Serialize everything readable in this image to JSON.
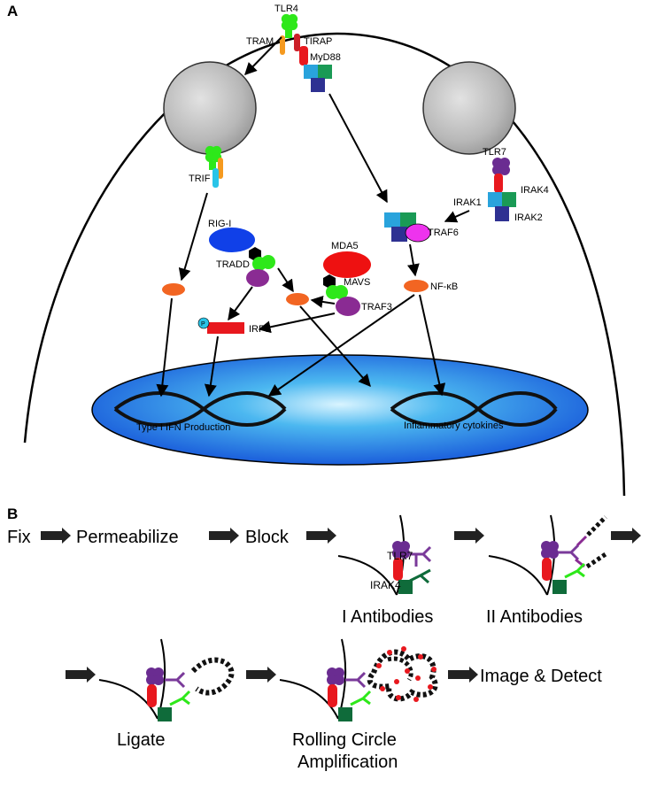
{
  "panels": {
    "a_label": "A",
    "b_label": "B"
  },
  "proteins": {
    "tlr4": "TLR4",
    "tram": "TRAM",
    "tirap": "TIRAP",
    "myd88": "MyD88",
    "trif": "TRIF",
    "tlr7": "TLR7",
    "irak4": "IRAK4",
    "irak1": "IRAK1",
    "irak2": "IRAK2",
    "traf6": "TRAF6",
    "rig_i": "RIG-I",
    "tradd": "TRADD",
    "mda5": "MDA5",
    "mavs": "MAVS",
    "traf3": "TRAF3",
    "nfkb": "NF-κB",
    "irf3": "IRF3",
    "phospho": "P"
  },
  "nucleus": {
    "ifn_label": "Type I IFN Production",
    "cytokine_label": "Inflammatory cytokines"
  },
  "workflow": {
    "fix": "Fix",
    "permeabilize": "Permeabilize",
    "block": "Block",
    "tlr7_label": "TLR7",
    "irak4_label": "IRAK4",
    "primary": "I Antibodies",
    "secondary": "II Antibodies",
    "ligate": "Ligate",
    "rca_line1": "Rolling Circle",
    "rca_line2": "Amplification",
    "image_detect": "Image & Detect"
  },
  "colors": {
    "tlr_green": "#2ee81a",
    "tram_orange": "#f59a1f",
    "tirap_red": "#cc1f28",
    "myd88_red": "#e8181e",
    "irak_blue": "#29a3dc",
    "irak_green": "#1a9a55",
    "irak_navy": "#2e3192",
    "tlr7_purple": "#6a2c91",
    "traf6_magenta": "#ee33ee",
    "rig_blue": "#1040e8",
    "mda5_red": "#ee1111",
    "traf3_purple": "#8a2b93",
    "irf_orange": "#f26522",
    "p_cyan": "#29c4e8",
    "endosome_gray": "#b0b0b0",
    "nucleus_blue": "#1e73e0",
    "dark_green": "#0f6b3a",
    "ab_purple": "#7a3a9a"
  }
}
